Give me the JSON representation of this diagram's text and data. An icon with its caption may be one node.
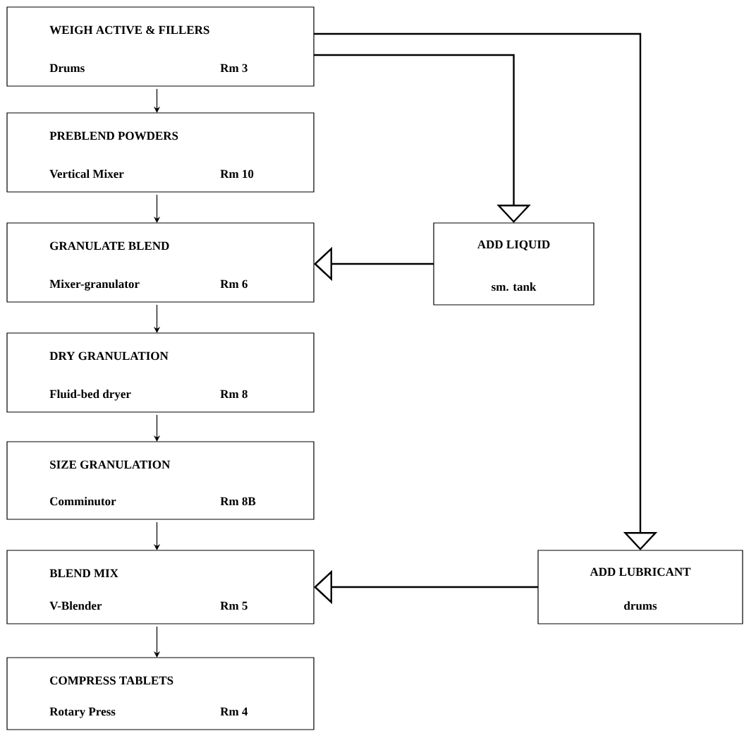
{
  "diagram": {
    "nodes": [
      {
        "text": [
          "WEIGH ACTIVE & FILLERS",
          "Drums",
          "Rm 3"
        ]
      },
      {
        "text": [
          "PREBLEND POWDERS",
          "Vertical Mixer",
          "Rm 10"
        ]
      },
      {
        "text": [
          "GRANULATE BLEND",
          "Mixer-granulator",
          "Rm 6"
        ]
      },
      {
        "text": [
          "DRY GRANULATION",
          "Fluid-bed dryer",
          "Rm 8"
        ]
      },
      {
        "text": [
          "SIZE GRANULATION",
          "Comminutor",
          "Rm 8B"
        ]
      },
      {
        "text": [
          "BLEND MIX",
          "V-Blender",
          "Rm 5"
        ]
      },
      {
        "text": [
          "COMPRESS TABLETS",
          "Rotary Press",
          "Rm 4"
        ]
      },
      {
        "text": [
          "ADD LIQUID",
          "sm. tank"
        ]
      },
      {
        "text": [
          "ADD LUBRICANT",
          "drums"
        ]
      }
    ],
    "edges": [
      {
        "from": 0,
        "to": 1,
        "arrow": "to"
      },
      {
        "from": 1,
        "to": 2,
        "arrow": "to"
      },
      {
        "from": 2,
        "to": 3,
        "arrow": "to"
      },
      {
        "from": 3,
        "to": 4,
        "arrow": "to"
      },
      {
        "from": 4,
        "to": 5,
        "arrow": "to"
      },
      {
        "from": 5,
        "to": 6,
        "arrow": "to"
      },
      {
        "from": 0,
        "to": 7,
        "arrow": "to"
      },
      {
        "from": 0,
        "to": 8,
        "arrow": "to"
      },
      {
        "from": 7,
        "to": 2,
        "arrow": "to"
      },
      {
        "from": 8,
        "to": 5,
        "arrow": "to"
      }
    ]
  }
}
